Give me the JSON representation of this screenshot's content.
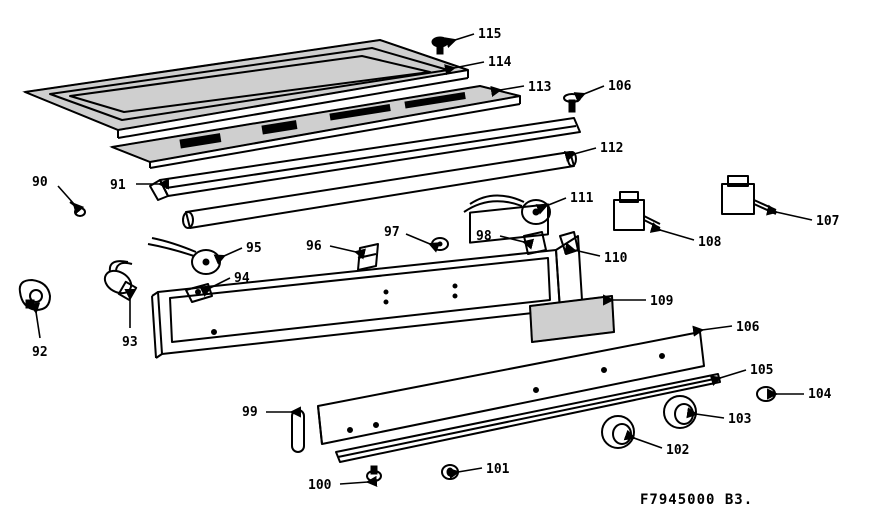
{
  "diagram": {
    "caption": "F7945000 B3.",
    "callouts": {
      "p90": "90",
      "p91": "91",
      "p92": "92",
      "p93": "93",
      "p94": "94",
      "p95": "95",
      "p96": "96",
      "p97": "97",
      "p98": "98",
      "p99": "99",
      "p100": "100",
      "p101": "101",
      "p102": "102",
      "p103": "103",
      "p104": "104",
      "p105": "105",
      "p106": "106",
      "p107": "107",
      "p108": "108",
      "p109": "109",
      "p110": "110",
      "p111": "111",
      "p112": "112",
      "p113": "113",
      "p114": "114",
      "p115": "115",
      "p106b": "106"
    }
  }
}
